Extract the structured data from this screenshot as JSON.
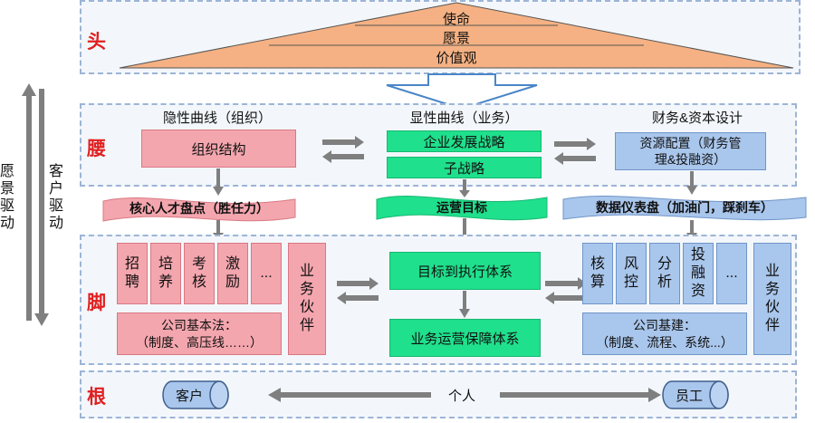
{
  "side": {
    "head": "头",
    "waist": "腰",
    "foot": "脚",
    "root": "根",
    "vision_drive": "愿景驱动",
    "customer_drive": "客户驱动"
  },
  "head": {
    "mission": "使命",
    "vision": "愿景",
    "values": "价值观"
  },
  "waist": {
    "hidden_curve": "隐性曲线（组织）",
    "explicit_curve": "显性曲线（业务）",
    "finance_design": "财务&资本设计",
    "org_structure": "组织结构",
    "dev_strategy": "企业发展战略",
    "sub_strategy": "子战略",
    "resource_line1": "资源配置（财务管",
    "resource_line2": "理&投融资）"
  },
  "banners": {
    "talent": "核心人才盘点（胜任力）",
    "operation_target": "运营目标",
    "dashboard": "数据仪表盘（加油门，踩刹车）"
  },
  "foot": {
    "hr_items": [
      "招聘",
      "培养",
      "考核",
      "激励",
      "..."
    ],
    "partner_left": "业务伙伴",
    "company_law_line1": "公司基本法：",
    "company_law_line2": "（制度、高压线……）",
    "exec_system": "目标到执行体系",
    "guarantee_system": "业务运营保障体系",
    "fin_items": [
      "核算",
      "风控",
      "分析",
      "投融资",
      "..."
    ],
    "partner_right": "业务伙伴",
    "infra_line1": "公司基建：",
    "infra_line2": "（制度、流程、系统...）"
  },
  "root": {
    "customer": "客户",
    "individual": "个人",
    "employee": "员工"
  },
  "colors": {
    "pink": "#f4a6ae",
    "green": "#1fe08c",
    "blue": "#a9c6ec",
    "peach": "#f5b183",
    "arrow_gray": "#7f7f7f",
    "label_red": "#e02020"
  }
}
